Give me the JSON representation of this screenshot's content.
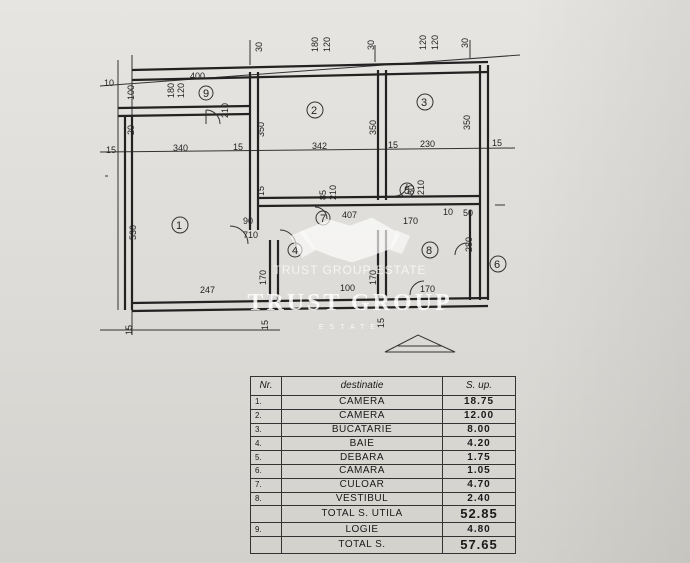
{
  "plan": {
    "rooms": [
      "1",
      "2",
      "3",
      "4",
      "5",
      "6",
      "7",
      "8",
      "9"
    ],
    "dimensions": {
      "top_30a": "30",
      "top_180": "180",
      "top_120a": "120",
      "top_30b": "30",
      "top_120b": "120",
      "top_120c": "120",
      "top_30c": "30",
      "d400": "400",
      "d10": "10",
      "d180": "180",
      "d120": "120",
      "d210a": "210",
      "d20": "20",
      "d350a": "350",
      "d350b": "350",
      "d350c": "350",
      "d15a": "15",
      "d340": "340",
      "d15b": "15",
      "d342": "342",
      "d15c": "15",
      "d230": "230",
      "d15d": "15",
      "d530": "530",
      "d85": "85",
      "d210b": "210",
      "d60": "60",
      "d210c": "210",
      "d407": "407",
      "d90": "90",
      "d710": "710",
      "d170a": "170",
      "d10b": "10",
      "d50": "50",
      "d280": "280",
      "d170b": "170",
      "d247": "247",
      "d100": "100",
      "d170c": "170",
      "d15e": "15",
      "d15f": "15"
    }
  },
  "watermark": {
    "small": "TRUST GROUP ESTATE",
    "big": "TRUST GROUP",
    "sub": "ESTATE"
  },
  "table": {
    "headers": {
      "nr": "Nr.",
      "destinatie": "destinatie",
      "suprafata": "S. up."
    },
    "rows": [
      {
        "nr": "1.",
        "name": "CAMERA",
        "value": "18.75"
      },
      {
        "nr": "2.",
        "name": "CAMERA",
        "value": "12.00"
      },
      {
        "nr": "3.",
        "name": "BUCATARIE",
        "value": "8.00"
      },
      {
        "nr": "4.",
        "name": "BAIE",
        "value": "4.20"
      },
      {
        "nr": "5.",
        "name": "DEBARA",
        "value": "1.75"
      },
      {
        "nr": "6.",
        "name": "CAMARA",
        "value": "1.05"
      },
      {
        "nr": "7.",
        "name": "CULOAR",
        "value": "4.70"
      },
      {
        "nr": "8.",
        "name": "VESTIBUL",
        "value": "2.40"
      }
    ],
    "total_utila": {
      "label": "TOTAL S. UTILA",
      "value": "52.85"
    },
    "logie": {
      "nr": "9.",
      "name": "LOGIE",
      "value": "4.80"
    },
    "total": {
      "label": "TOTAL S.",
      "value": "57.65"
    }
  }
}
